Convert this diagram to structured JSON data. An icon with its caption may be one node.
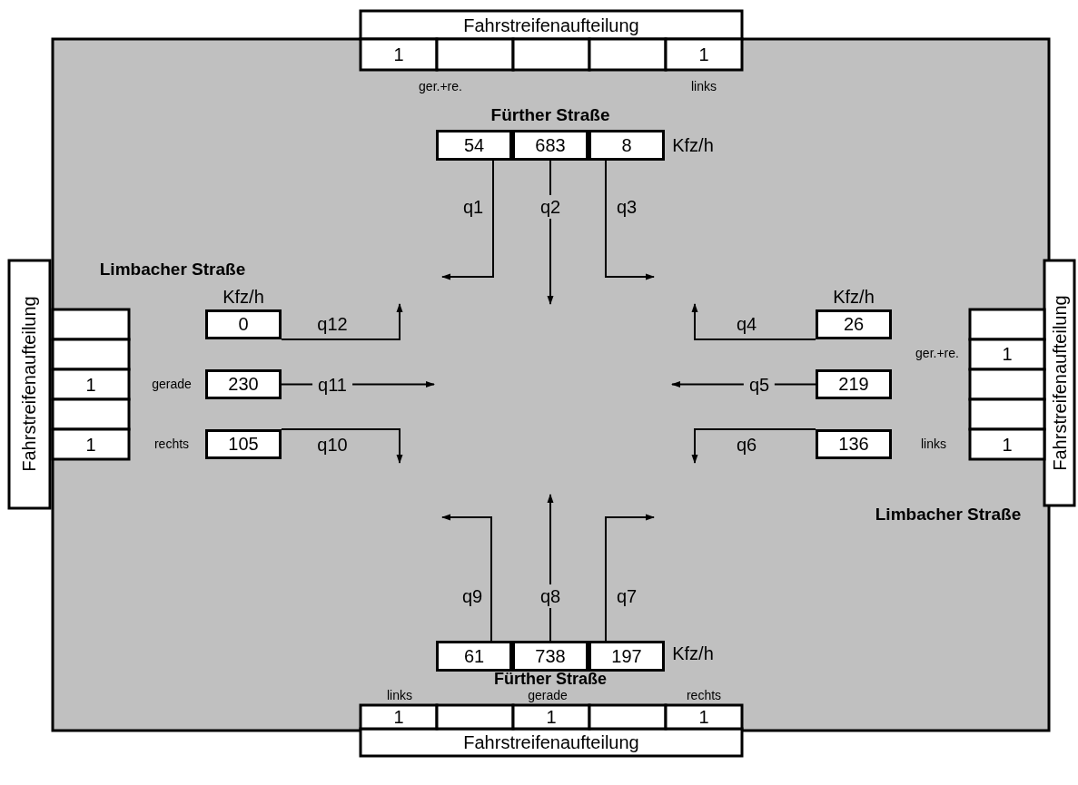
{
  "diagram": {
    "nodes": [
      {
        "text": [
          "54"
        ]
      },
      {
        "text": [
          "683"
        ]
      },
      {
        "text": [
          "8"
        ]
      },
      {
        "text": [
          "0"
        ]
      },
      {
        "text": [
          "26"
        ]
      },
      {
        "text": [
          "230"
        ]
      },
      {
        "text": [
          "219"
        ]
      },
      {
        "text": [
          "105"
        ]
      },
      {
        "text": [
          "136"
        ]
      },
      {
        "text": [
          "61"
        ]
      },
      {
        "text": [
          "738"
        ]
      },
      {
        "text": [
          "197"
        ]
      }
    ],
    "edges": [
      {
        "from": 0,
        "to": null,
        "arrow": "to",
        "label": "q1"
      },
      {
        "from": 1,
        "to": null,
        "arrow": "to",
        "label": "q2"
      },
      {
        "from": 2,
        "to": null,
        "arrow": "to",
        "label": "q3"
      },
      {
        "from": 4,
        "to": null,
        "arrow": "to",
        "label": "q4"
      },
      {
        "from": 6,
        "to": null,
        "arrow": "to",
        "label": "q5"
      },
      {
        "from": 8,
        "to": null,
        "arrow": "to",
        "label": "q6"
      },
      {
        "from": 11,
        "to": null,
        "arrow": "to",
        "label": "q7"
      },
      {
        "from": 10,
        "to": null,
        "arrow": "to",
        "label": "q8"
      },
      {
        "from": 9,
        "to": null,
        "arrow": "to",
        "label": "q9"
      },
      {
        "from": 7,
        "to": null,
        "arrow": "to",
        "label": "q10"
      },
      {
        "from": 5,
        "to": null,
        "arrow": "to",
        "label": "q11"
      },
      {
        "from": 3,
        "to": null,
        "arrow": "to",
        "label": "q12"
      }
    ],
    "labels": [
      "Fahrstreifenaufteilung",
      "1",
      "1",
      "ger.+re.",
      "links",
      "Fürther Straße",
      "Kfz/h",
      "Fahrstreifenaufteilung",
      "Limbacher Straße",
      "Kfz/h",
      "Kfz/h",
      "ger.+re.",
      "1",
      "1",
      "gerade",
      "1",
      "rechts",
      "links",
      "1",
      "Fahrstreifenaufteilung",
      "Limbacher Straße",
      "Kfz/h",
      "Fürther Straße",
      "links",
      "gerade",
      "rechts",
      "1",
      "1",
      "1",
      "Fahrstreifenaufteilung"
    ]
  }
}
